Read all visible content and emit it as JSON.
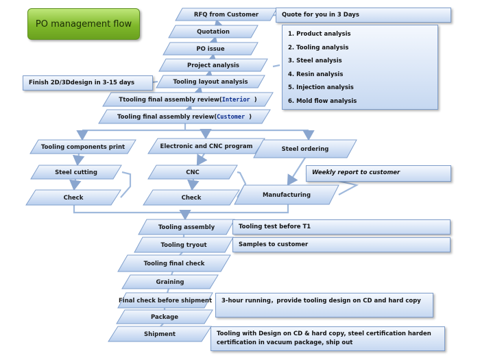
{
  "title": "PO management flow",
  "steps": [
    {
      "id": "rfq",
      "label": "RFQ from Customer"
    },
    {
      "id": "quotation",
      "label": "Quotation"
    },
    {
      "id": "po_issue",
      "label": "PO issue"
    },
    {
      "id": "project_analysis",
      "label": "Project analysis"
    },
    {
      "id": "tooling_layout",
      "label": "Tooling layout analysis"
    },
    {
      "id": "review_interior",
      "label": "Ttooling final assembly review(",
      "code": "Interior",
      "suffix": ")"
    },
    {
      "id": "review_customer",
      "label": "Tooling final assembly review(",
      "code": "Customer",
      "suffix": ")"
    },
    {
      "id": "components_print",
      "label": "Tooling components print"
    },
    {
      "id": "electronic_cnc",
      "label": "Electronic and CNC program"
    },
    {
      "id": "steel_ordering",
      "label": "Steel ordering"
    },
    {
      "id": "steel_cutting",
      "label": "Steel cutting"
    },
    {
      "id": "cnc",
      "label": "CNC"
    },
    {
      "id": "check_1",
      "label": "Check"
    },
    {
      "id": "check_2",
      "label": "Check"
    },
    {
      "id": "manufacturing",
      "label": "Manufacturing"
    },
    {
      "id": "tooling_assembly",
      "label": "Tooling assembly"
    },
    {
      "id": "tooling_tryout",
      "label": "Tooling tryout"
    },
    {
      "id": "tooling_final_check",
      "label": "Tooling final check"
    },
    {
      "id": "graining",
      "label": "Graining"
    },
    {
      "id": "final_check_shipment",
      "label": "Final check before shipment"
    },
    {
      "id": "package",
      "label": "Package"
    },
    {
      "id": "shipment",
      "label": "Shipment"
    }
  ],
  "notes": {
    "quote": "Quote for you in 3 Days",
    "finish_design": "Finish 2D/3Ddesign in 3-15 days",
    "analysis_items": [
      "1. Product analysis",
      "2. Tooling analysis",
      "3. Steel analysis",
      "4. Resin analysis",
      "5. Injection analysis",
      "6. Mold flow analysis"
    ],
    "weekly_report": "Weekly report to customer",
    "tooling_test": "Tooling test before T1",
    "samples": "Samples to customer",
    "running": "3-hour running，provide tooling design on CD and hard copy",
    "shipping_line1": "Tooling with Design on CD & hard copy, steel certification harden",
    "shipping_line2": "certification in vacuum package, ship out"
  },
  "colors": {
    "shape_fill_top": "#f3f7fd",
    "shape_fill_bottom": "#b9cfee",
    "shape_stroke": "#7f9fcc",
    "connector": "#9fb9dc",
    "title_green": "#7fb82a"
  }
}
